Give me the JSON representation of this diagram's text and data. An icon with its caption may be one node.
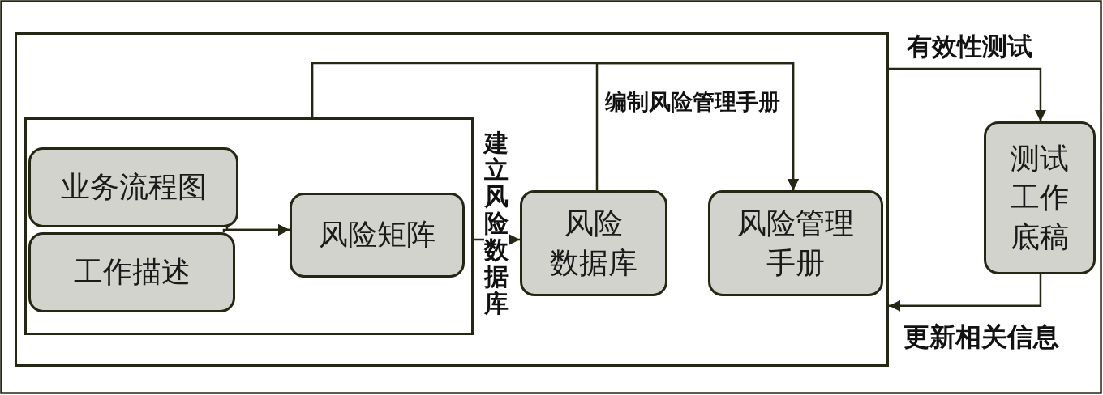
{
  "diagram": {
    "nodes": [
      {
        "text": [],
        "shape": "box"
      },
      {
        "text": [],
        "shape": "box",
        "in": 0
      },
      {
        "text": [
          "业务流程图"
        ],
        "in": 1
      },
      {
        "text": [
          "工作描述"
        ],
        "in": 1
      },
      {
        "text": [
          "风险矩阵"
        ],
        "in": 1
      },
      {
        "text": [
          "风险数据库"
        ],
        "in": 0
      },
      {
        "text": [
          "风险管理手册"
        ],
        "in": 0
      },
      {
        "text": [
          "测试工作底稿"
        ]
      }
    ],
    "edges": [
      {
        "from": 2,
        "to": 4,
        "arrow": "to"
      },
      {
        "from": 3,
        "to": 4,
        "arrow": "to"
      },
      {
        "from": 1,
        "to": 5,
        "arrow": "to",
        "label": "建立风险数据库"
      },
      {
        "from": 1,
        "to": 6,
        "arrow": "to"
      },
      {
        "from": 5,
        "to": 6,
        "arrow": "to",
        "label": "编制风险管理手册"
      },
      {
        "from": 0,
        "to": 7,
        "arrow": "to",
        "label": "有效性测试"
      },
      {
        "from": 7,
        "to": 0,
        "arrow": "to",
        "label": "更新相关信息"
      }
    ]
  }
}
